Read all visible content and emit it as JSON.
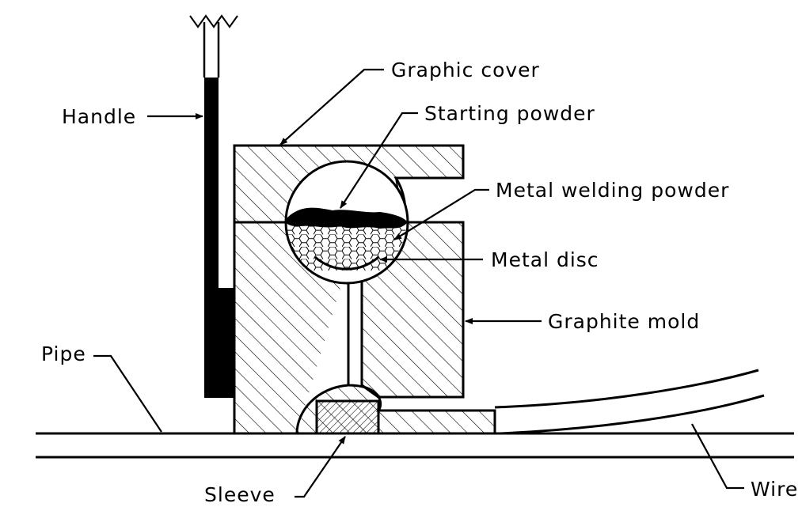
{
  "labels": {
    "handle": "Handle",
    "graphic_cover": "Graphic cover",
    "starting_powder": "Starting powder",
    "metal_welding_powder": "Metal welding powder",
    "metal_disc": "Metal disc",
    "graphite_mold": "Graphite mold",
    "pipe": "Pipe",
    "sleeve": "Sleeve",
    "wire": "Wire"
  },
  "colors": {
    "stroke": "#000000",
    "background": "#ffffff"
  }
}
